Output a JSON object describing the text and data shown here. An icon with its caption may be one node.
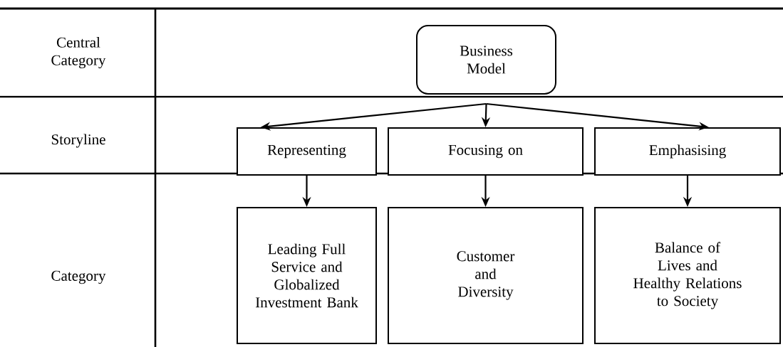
{
  "diagram": {
    "nodes": [
      {
        "text": [
          "Business Model"
        ]
      },
      {
        "text": [
          "Representing"
        ]
      },
      {
        "text": [
          "Focusing on"
        ]
      },
      {
        "text": [
          "Emphasising"
        ]
      },
      {
        "text": [
          "Leading Full Service and Globalized Investment Bank"
        ]
      },
      {
        "text": [
          "Customer and Diversity"
        ]
      },
      {
        "text": [
          "Balance of Lives and Healthy Relations to Society"
        ]
      }
    ],
    "edges": [
      {
        "from": 0,
        "to": 1,
        "arrow": "to"
      },
      {
        "from": 0,
        "to": 2,
        "arrow": "to"
      },
      {
        "from": 0,
        "to": 3,
        "arrow": "to"
      },
      {
        "from": 1,
        "to": 4,
        "arrow": "to"
      },
      {
        "from": 2,
        "to": 5,
        "arrow": "to"
      },
      {
        "from": 3,
        "to": 6,
        "arrow": "to"
      }
    ],
    "labels": [
      "Central Category",
      "Storyline",
      "Category"
    ]
  }
}
